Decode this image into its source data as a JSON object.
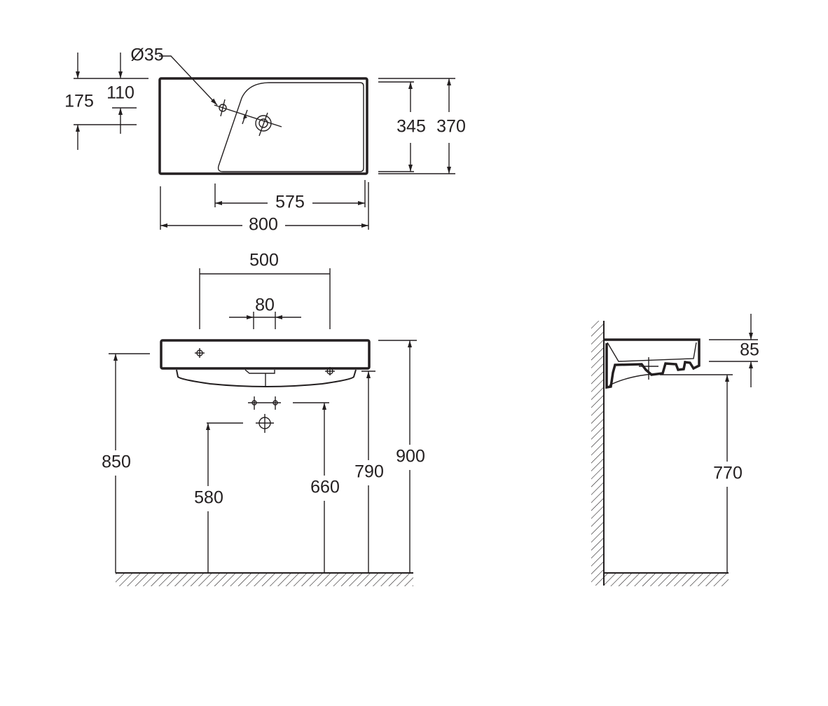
{
  "top_view": {
    "diameter_label": "Ø35",
    "dim_175": "175",
    "dim_110": "110",
    "dim_345": "345",
    "dim_370": "370",
    "dim_575": "575",
    "dim_800": "800"
  },
  "front_view": {
    "dim_500": "500",
    "dim_80": "80",
    "dim_850": "850",
    "dim_580": "580",
    "dim_660": "660",
    "dim_790": "790",
    "dim_900": "900"
  },
  "side_view": {
    "dim_85": "85",
    "dim_770": "770"
  },
  "colors": {
    "line": "#231f20",
    "background": "#ffffff"
  }
}
